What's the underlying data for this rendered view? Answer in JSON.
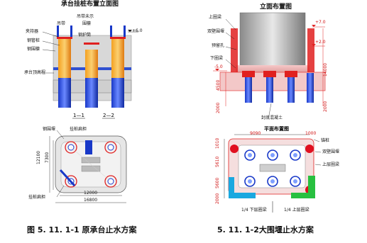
{
  "left_elevation": {
    "title": "承台挂桩布置立面图",
    "labels": [
      "吊带",
      "围檩",
      "钢护筒"
    ],
    "note_top": "吊带未示",
    "elev_plus": "+6.0",
    "side_labels": [
      "夹持器",
      "钢管桩",
      "钢围檩",
      "承台顶高程"
    ]
  },
  "left_sections": {
    "s1": "1—1",
    "s2": "2—2",
    "s1_sub": "挂桩扁担"
  },
  "left_plan": {
    "label_top": "钢围堰",
    "label_bottom": "挂桩扁担",
    "dim_v1": "12100",
    "dim_v2": "7300",
    "dim_h1": "12000",
    "dim_h2": "16800"
  },
  "right_elevation": {
    "title": "立面布置图",
    "labels": [
      "上圈梁",
      "双壁围堰",
      "预留孔",
      "下圈梁"
    ],
    "elev_top": "+7.0",
    "elev_mid": "+2.0",
    "elev_low": "-5.0",
    "bottom_label": "封底混凝土",
    "dims_left": [
      "4500",
      "2000"
    ],
    "dim_right": "14000",
    "dim_right_low": "2000"
  },
  "right_plan": {
    "title": "平面布置图",
    "dims_top": [
      "9090",
      "1000"
    ],
    "dims_left": [
      "1010",
      "5610"
    ],
    "dims_left_low": [
      "5600",
      "2000"
    ],
    "labels": [
      "锚桩",
      "双壁围堰",
      "上层圈梁"
    ],
    "bottom_left": "1/4 下层圈梁",
    "bottom_right": "1/4 上层圈梁"
  },
  "captions": {
    "left": "图 5. 11. 1-1 原承台止水方案",
    "right": "5. 11. 1-2大围堰止水方案"
  }
}
